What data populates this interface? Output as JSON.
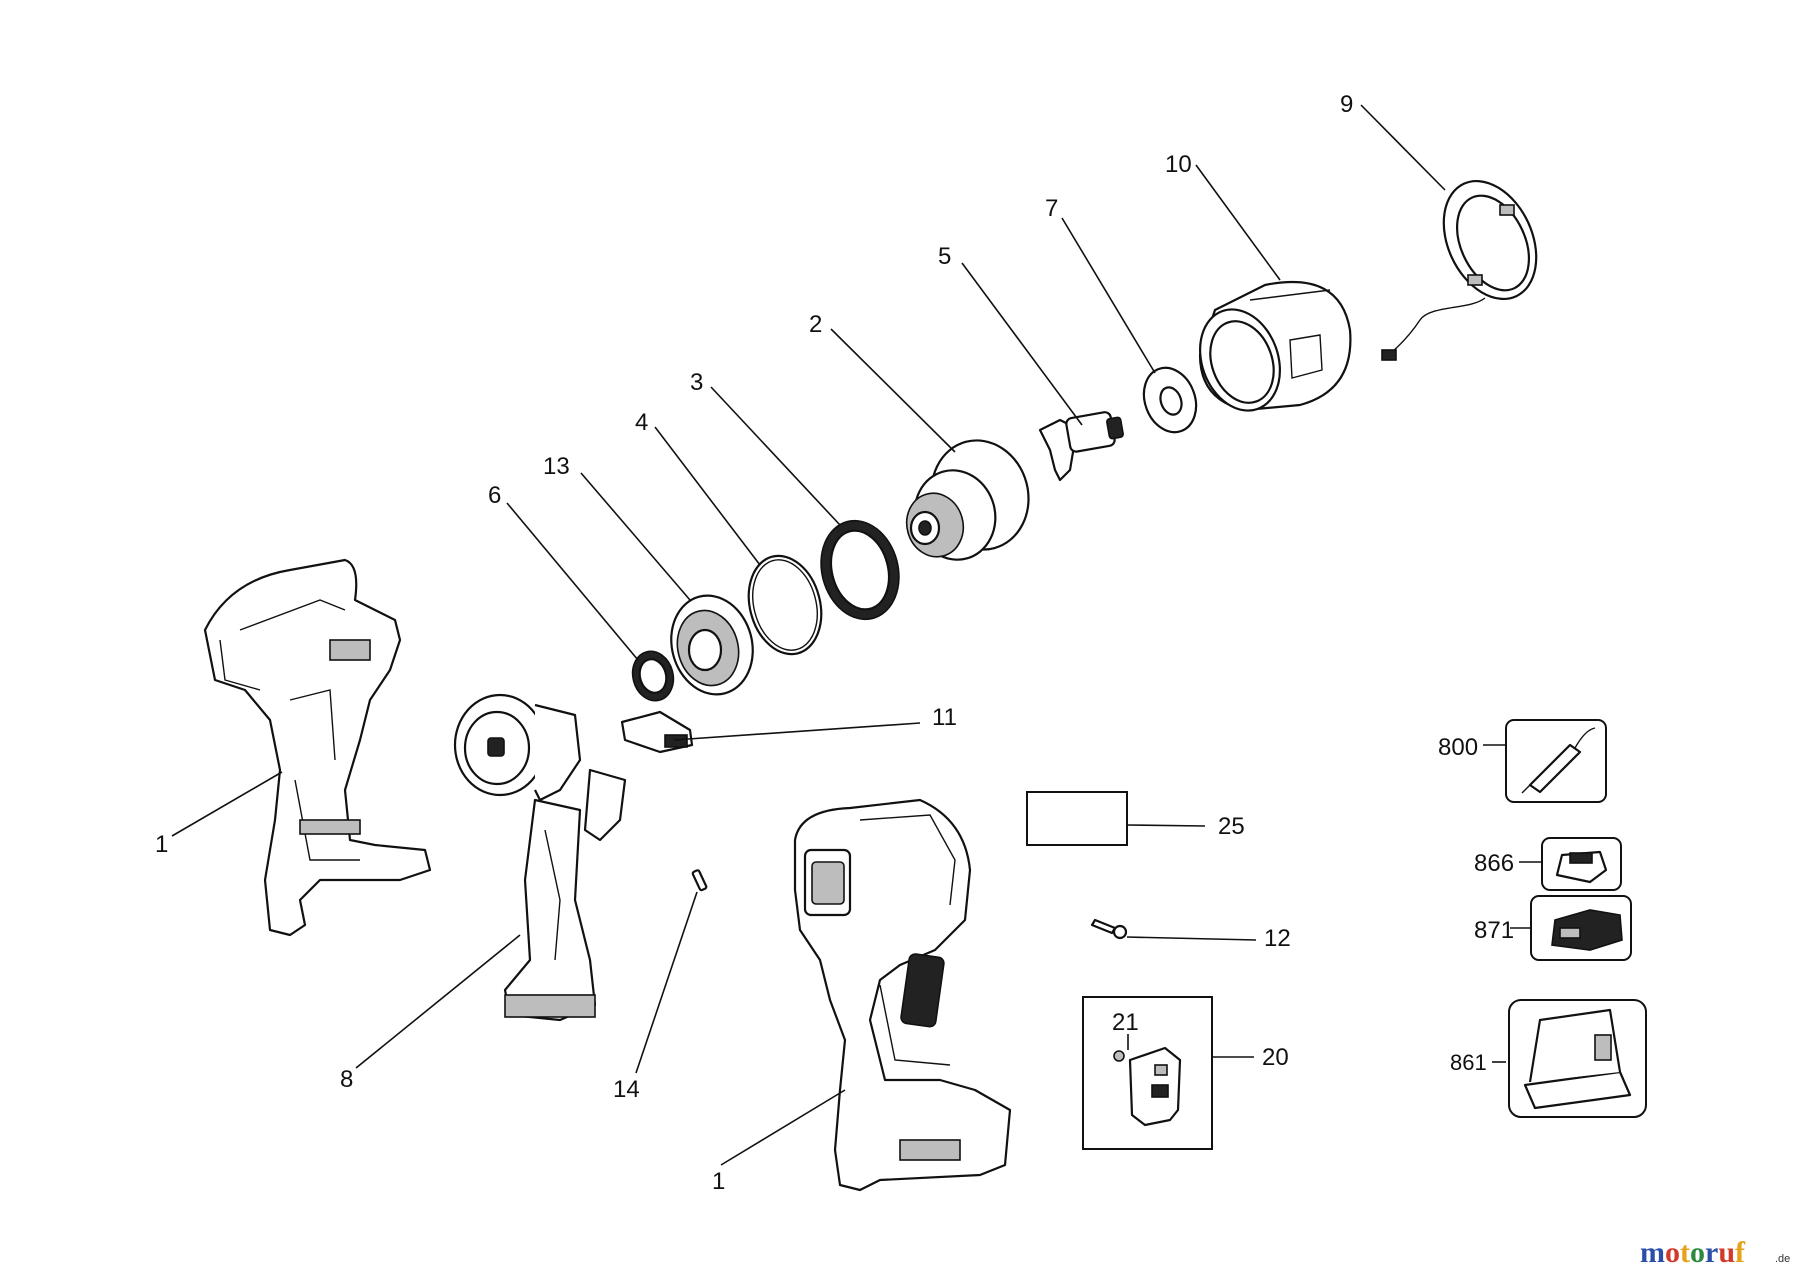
{
  "callouts": {
    "c1a": "1",
    "c1b": "1",
    "c2": "2",
    "c3": "3",
    "c4": "4",
    "c5": "5",
    "c6": "6",
    "c7": "7",
    "c8": "8",
    "c9": "9",
    "c10": "10",
    "c11": "11",
    "c12": "12",
    "c13": "13",
    "c14": "14",
    "c20": "20",
    "c21": "21",
    "c25": "25",
    "c800": "800",
    "c861": "861",
    "c866": "866",
    "c871": "871"
  },
  "watermark": {
    "letters": [
      "m",
      "o",
      "t",
      "o",
      "r",
      "u",
      "f"
    ],
    "suffix": ".de",
    "colors": [
      "#2b4fa8",
      "#d23b2a",
      "#e6a21a",
      "#2b8a3e",
      "#2b4fa8",
      "#d23b2a",
      "#e6a21a"
    ]
  }
}
